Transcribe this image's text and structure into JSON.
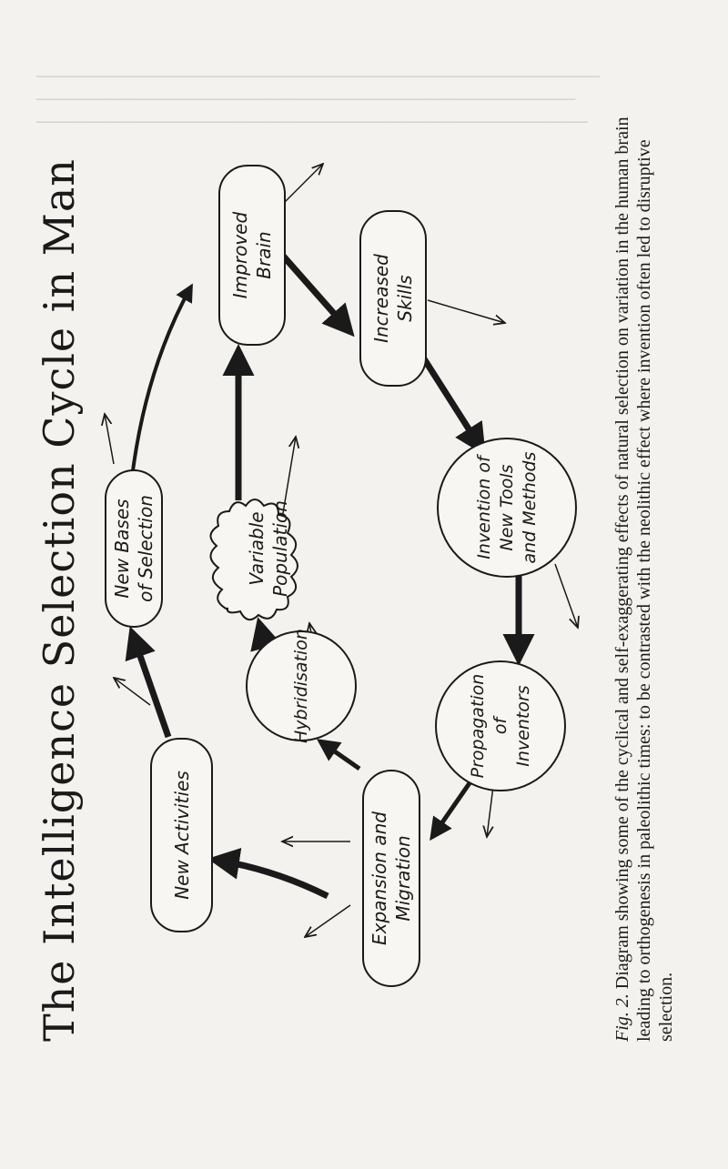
{
  "page": {
    "title": "The Intelligence Selection Cycle in Man",
    "caption_label": "Fig. 2.",
    "caption_text": "Diagram showing some of the cyclical and self-exaggerating effects of natural selection on variation in the human brain leading to orthogenesis in paleolithic times: to be contrasted with the neolithic effect where invention often led to disruptive selection."
  },
  "nodes": {
    "improved_brain": "Improved\nBrain",
    "increased_skills": "Increased\nSkills",
    "invention": "Invention of\nNew Tools\nand Methods",
    "propagation": "Propagation\nof\nInventors",
    "expansion": "Expansion and\nMigration",
    "hybridisation": "Hybridisation",
    "variable_population": "Variable\nPopulation",
    "new_activities": "New Activities",
    "new_bases": "New Bases\nof Selection"
  },
  "colors": {
    "ink": "#1a1a1a",
    "paper": "#f3f2ee"
  }
}
